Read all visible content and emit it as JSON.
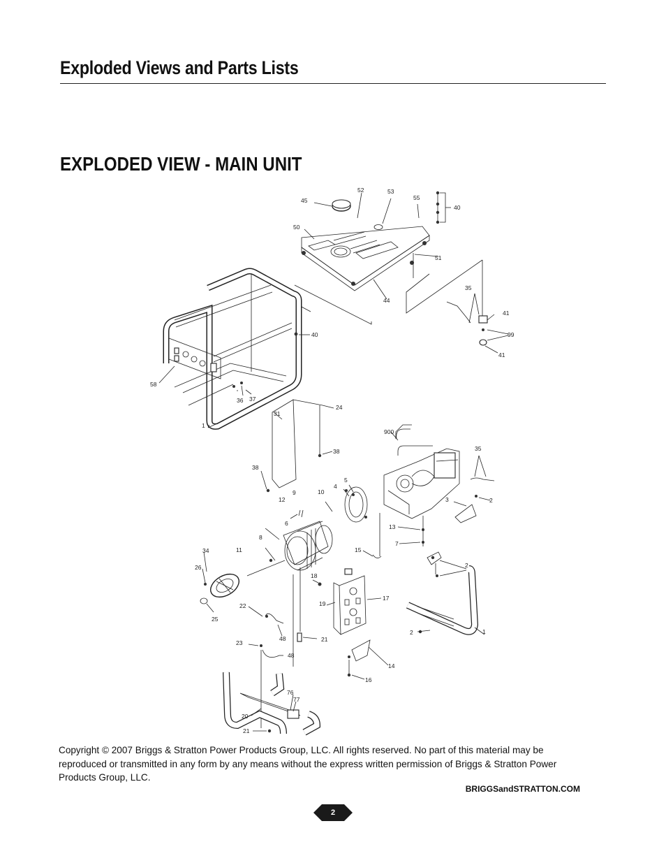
{
  "header": {
    "section_title": "Exploded Views and Parts Lists"
  },
  "main": {
    "view_title": "EXPLODED VIEW - MAIN UNIT",
    "callouts": [
      "45",
      "52",
      "53",
      "55",
      "40",
      "50",
      "51",
      "44",
      "35",
      "41",
      "99",
      "41",
      "40",
      "58",
      "36",
      "37",
      "31",
      "24",
      "1",
      "38",
      "38",
      "900",
      "35",
      "12",
      "9",
      "10",
      "4",
      "5",
      "3",
      "2",
      "6",
      "13",
      "7",
      "34",
      "26",
      "11",
      "8",
      "15",
      "2",
      "18",
      "17",
      "19",
      "25",
      "22",
      "48",
      "21",
      "2",
      "1",
      "23",
      "48",
      "14",
      "16",
      "76",
      "77",
      "20",
      "21"
    ]
  },
  "footer": {
    "copyright": "Copyright © 2007 Briggs & Stratton Power Products Group, LLC.  All rights reserved.  No part of this material may be reproduced or transmitted in any form by any means without the express written permission of Briggs & Stratton Power Products Group, LLC.",
    "website": "BRIGGSandSTRATTON.COM",
    "page_number": "2"
  }
}
